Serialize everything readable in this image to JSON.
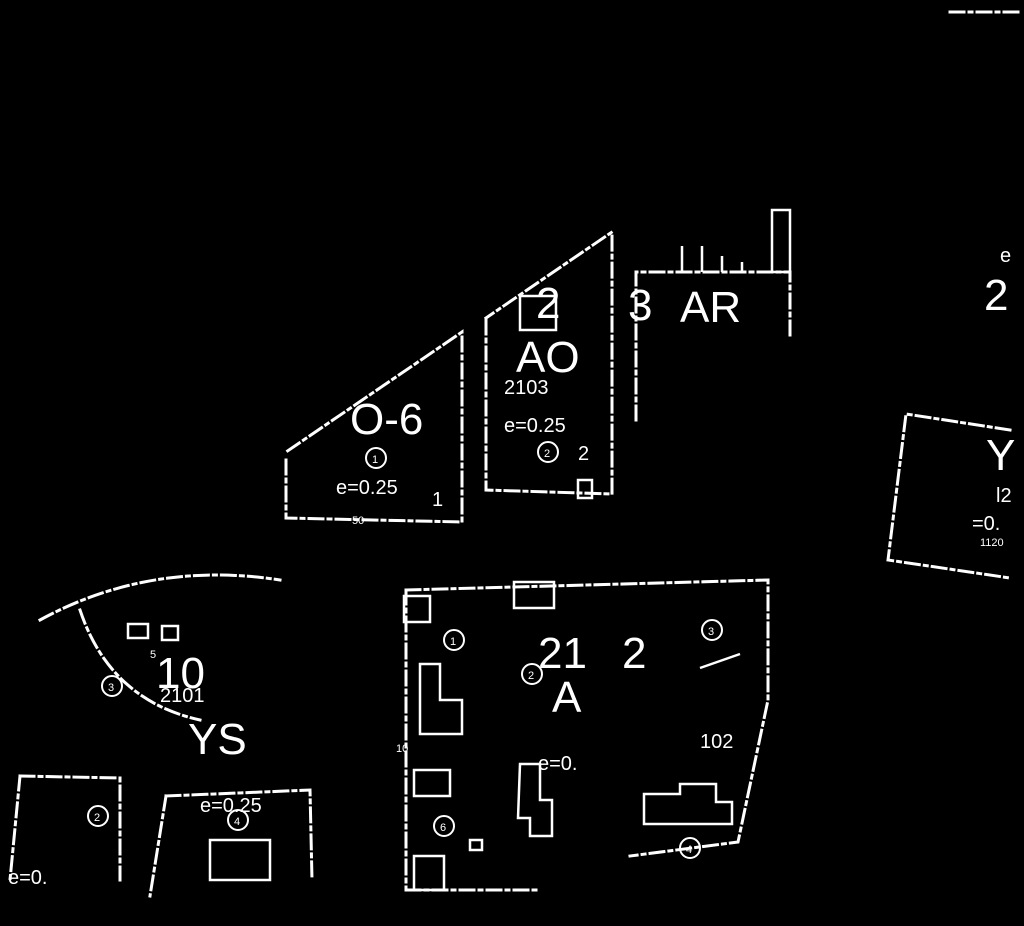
{
  "map": {
    "zones": [
      {
        "id": "o6",
        "code": "O-6",
        "plot": "1",
        "ratio": "e=0.25",
        "lot": "1",
        "dim": "50"
      },
      {
        "id": "ao",
        "code": "AO",
        "plot": "2",
        "number": "2103",
        "ratio": "e=0.25",
        "circle": "2",
        "lot": "2"
      },
      {
        "id": "ar",
        "code": "AR",
        "plot": "3"
      },
      {
        "id": "ys",
        "code": "YS",
        "plot": "10",
        "number": "2101",
        "ratio": "e=0.25",
        "circles": [
          "3",
          "2",
          "4"
        ],
        "ratio_left": "e=0.",
        "small": "5"
      },
      {
        "id": "a",
        "code": "A",
        "plot": "21",
        "plot2": "2",
        "number": "102",
        "ratio": "e=0.",
        "circles": [
          "1",
          "2",
          "3",
          "6",
          "4"
        ],
        "side": "10"
      },
      {
        "id": "y",
        "code": "Y",
        "plot": "2",
        "ratio": "=0.",
        "number": "1120",
        "sub": "l2",
        "top_letter": "e"
      }
    ]
  }
}
